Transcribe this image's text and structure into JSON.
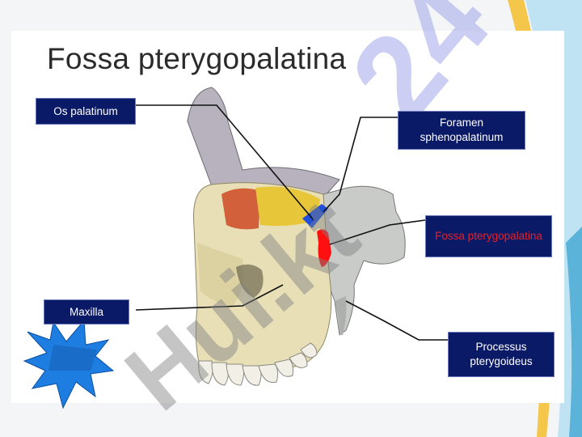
{
  "title": "Fossa pterygopalatina",
  "labels": {
    "os_palatinum": "Os palatinum",
    "foramen_sphenopalatinum": "Foramen sphenopalatinum",
    "fossa_pterygopalatina": "Fossa pterygopalatina",
    "maxilla": "Maxilla",
    "processus_pterygoideus": "Processus pterygoideus"
  },
  "watermark": {
    "number": "24",
    "text": "Hui.kt"
  },
  "colors": {
    "label_bg": "#0b1a66",
    "label_text": "#ffffff",
    "fossa_label_text": "#e6202a",
    "fossa_region": "#ff1010",
    "foramen_region": "#1f4fd8",
    "palatine_region": "#e8c63a",
    "orbit_region": "#d2603a",
    "bone": "#e8dfb6",
    "starburst": "#1e7de0",
    "accent_yellow": "#f4c64a",
    "accent_blue": "#bfe3f3"
  }
}
